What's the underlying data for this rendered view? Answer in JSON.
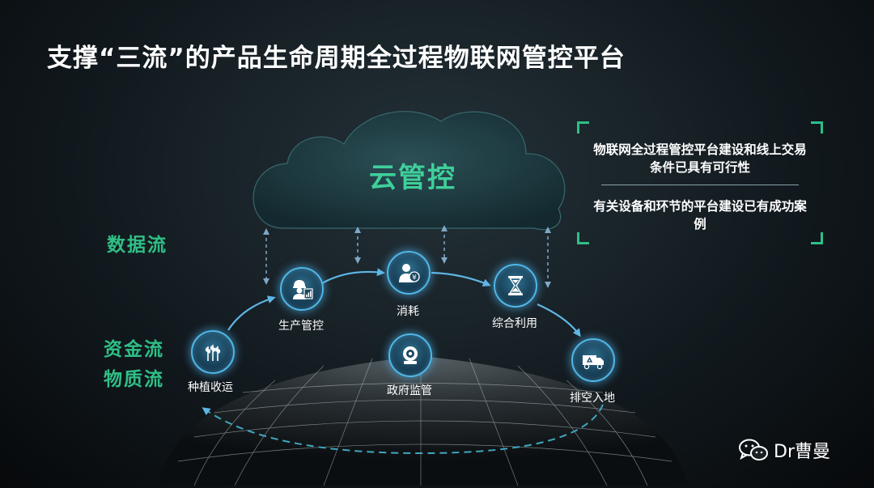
{
  "title": "支撑“三流”的产品生命周期全过程物联网管控平台",
  "cloud": {
    "label": "云管控"
  },
  "flow_labels": {
    "data_flow": "数据流",
    "capital_flow": "资金流",
    "material_flow": "物质流"
  },
  "nodes": [
    {
      "id": "planting",
      "label": "种植收运",
      "icon": "wheat-icon"
    },
    {
      "id": "production",
      "label": "生产管控",
      "icon": "worker-chart-icon"
    },
    {
      "id": "consumption",
      "label": "消耗",
      "icon": "person-money-icon"
    },
    {
      "id": "utilization",
      "label": "综合利用",
      "icon": "hourglass-icon"
    },
    {
      "id": "discharge",
      "label": "排空入地",
      "icon": "recycle-truck-icon"
    },
    {
      "id": "government",
      "label": "政府监管",
      "icon": "surveillance-icon"
    }
  ],
  "info_box": {
    "text1": "物联网全过程管控平台建设和线上交易条件已具有可行性",
    "text2": "有关设备和环节的平台建设已有成功案例"
  },
  "watermark": {
    "text": "Dr曹曼",
    "icon": "wechat-icon"
  },
  "colors": {
    "accent_green": "#2fbf86",
    "node_glow": "#4fb8e8",
    "arrow_blue": "#5fb6e6"
  }
}
